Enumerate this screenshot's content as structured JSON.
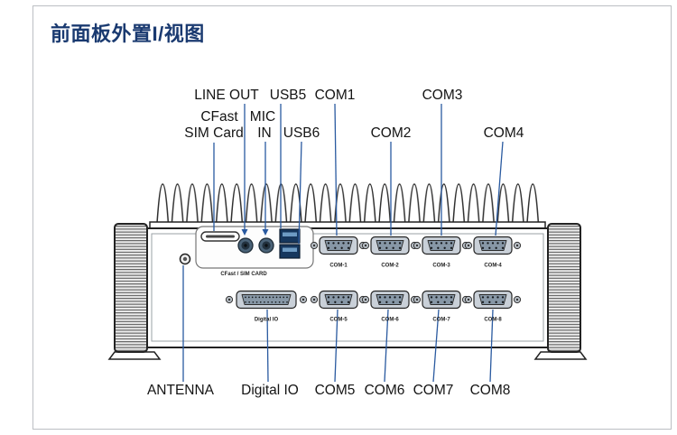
{
  "page": {
    "title": "前面板外置I/视图"
  },
  "colors": {
    "title": "#1a3a70",
    "leader_line": "#2a5aa0",
    "chassis_outline": "#222222",
    "usb_port": "#16375e"
  },
  "callouts": {
    "line_out": "LINE OUT",
    "usb5": "USB5",
    "com1": "COM1",
    "com3": "COM3",
    "cfast": "CFast",
    "sim_card": "SIM Card",
    "mic": "MIC",
    "in": "IN",
    "usb6": "USB6",
    "com2": "COM2",
    "com4": "COM4",
    "antenna": "ANTENNA",
    "digital_io": "Digital IO",
    "com5": "COM5",
    "com6": "COM6",
    "com7": "COM7",
    "com8": "COM8"
  },
  "device": {
    "slot_label": "CFast / SIM CARD",
    "dio_label": "Digital IO",
    "row1_ports": [
      "COM-1",
      "COM-2",
      "COM-3",
      "COM-4"
    ],
    "row2_ports": [
      "COM-5",
      "COM-6",
      "COM-7",
      "COM-8"
    ]
  }
}
